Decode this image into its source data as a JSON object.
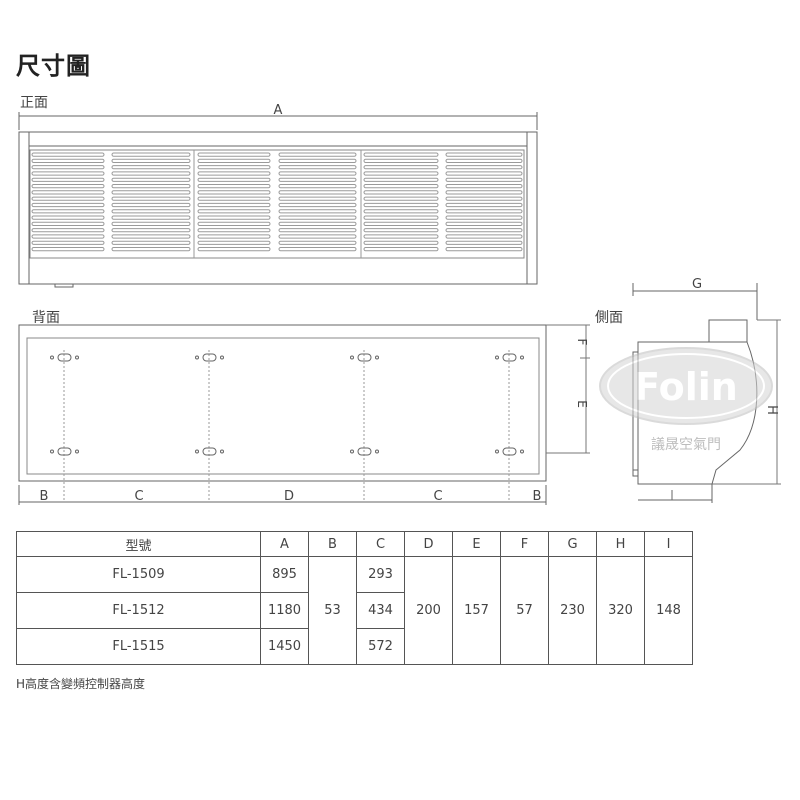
{
  "title": "尺寸圖",
  "views": {
    "front": "正面",
    "back": "背面",
    "side": "側面"
  },
  "dimension_labels": {
    "A": "A",
    "B": "B",
    "C": "C",
    "D": "D",
    "E": "E",
    "F": "F",
    "G": "G",
    "H": "H",
    "I": "I"
  },
  "watermark": {
    "logo_text": "Folin",
    "company": "議晟空氣門"
  },
  "table": {
    "headers": [
      "型號",
      "A",
      "B",
      "C",
      "D",
      "E",
      "F",
      "G",
      "H",
      "I"
    ],
    "rows": [
      {
        "model": "FL-1509",
        "A": "895",
        "C": "293"
      },
      {
        "model": "FL-1512",
        "A": "1180",
        "C": "434"
      },
      {
        "model": "FL-1515",
        "A": "1450",
        "C": "572"
      }
    ],
    "shared": {
      "B": "53",
      "D": "200",
      "E": "157",
      "F": "57",
      "G": "230",
      "H": "320",
      "I": "148"
    }
  },
  "note": "H高度含變頻控制器高度"
}
